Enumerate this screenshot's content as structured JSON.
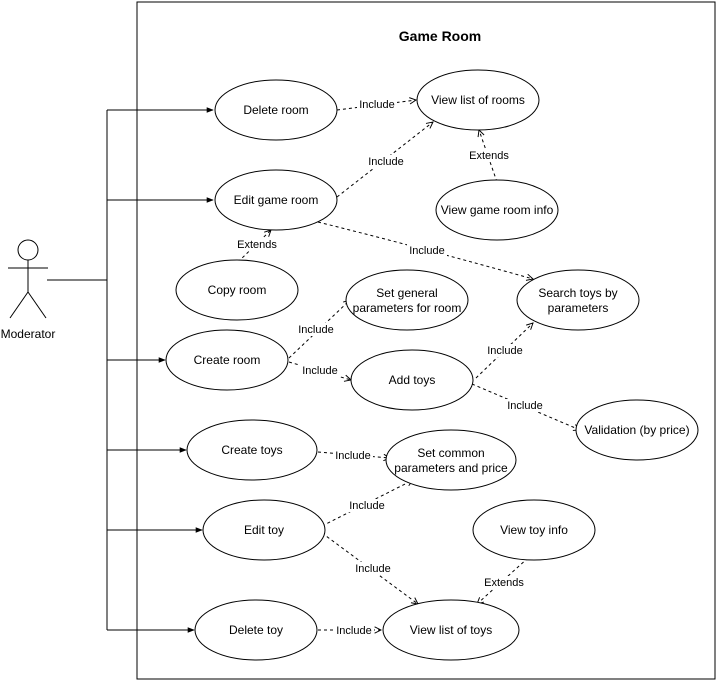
{
  "system": {
    "title": "Game Room"
  },
  "actor": {
    "name": "Moderator"
  },
  "use_cases": {
    "delete_room": "Delete room",
    "view_list_rooms": "View list of rooms",
    "edit_game_room": "Edit game room",
    "view_game_room_info": "View game room info",
    "copy_room": "Copy room",
    "set_general_params": [
      "Set general",
      "parameters for room"
    ],
    "search_toys": [
      "Search toys by",
      "parameters"
    ],
    "create_room": "Create room",
    "add_toys": "Add toys",
    "validation": "Validation (by price)",
    "create_toys": "Create toys",
    "set_common_params": [
      "Set common",
      "parameters and price"
    ],
    "edit_toy": "Edit toy",
    "view_toy_info": "View toy info",
    "delete_toy": "Delete toy",
    "view_list_toys": "View list of toys"
  },
  "relations": {
    "include": "Include",
    "extends": "Extends"
  }
}
